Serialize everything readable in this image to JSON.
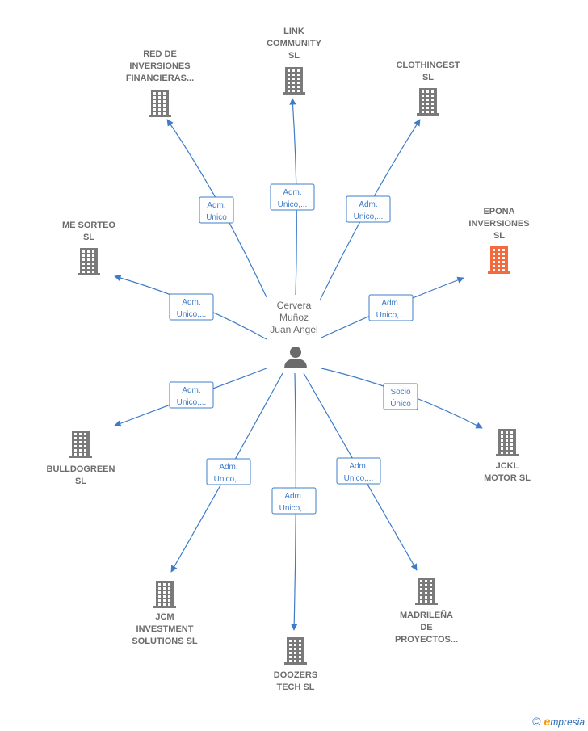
{
  "center": {
    "lines": [
      "Cervera",
      "Muñoz",
      "Juan Angel"
    ],
    "icon": "person-icon"
  },
  "nodes": [
    {
      "id": "red",
      "lines": [
        "RED DE",
        "INVERSIONES",
        "FINANCIERAS..."
      ],
      "edge": [
        "Adm.",
        "Unico"
      ],
      "highlight": false
    },
    {
      "id": "link",
      "lines": [
        "LINK",
        "COMMUNITY",
        "SL"
      ],
      "edge": [
        "Adm.",
        "Unico,..."
      ],
      "highlight": false
    },
    {
      "id": "clothingest",
      "lines": [
        "CLOTHINGEST",
        "SL"
      ],
      "edge": [
        "Adm.",
        "Unico,..."
      ],
      "highlight": false
    },
    {
      "id": "epona",
      "lines": [
        "EPONA",
        "INVERSIONES",
        "SL"
      ],
      "edge": [
        "Adm.",
        "Unico,..."
      ],
      "highlight": true
    },
    {
      "id": "mesorteo",
      "lines": [
        "ME SORTEO",
        "SL"
      ],
      "edge": [
        "Adm.",
        "Unico,..."
      ],
      "highlight": false
    },
    {
      "id": "bulldogreen",
      "lines": [
        "BULLDOGREEN",
        "SL"
      ],
      "edge": [
        "Adm.",
        "Unico,..."
      ],
      "highlight": false
    },
    {
      "id": "jckl",
      "lines": [
        "JCKL",
        "MOTOR  SL"
      ],
      "edge": [
        "Socio",
        "Único"
      ],
      "highlight": false
    },
    {
      "id": "jcm",
      "lines": [
        "JCM",
        "INVESTMENT",
        "SOLUTIONS  SL"
      ],
      "edge": [
        "Adm.",
        "Unico,..."
      ],
      "highlight": false
    },
    {
      "id": "doozers",
      "lines": [
        "DOOZERS",
        "TECH  SL"
      ],
      "edge": [
        "Adm.",
        "Unico,..."
      ],
      "highlight": false
    },
    {
      "id": "madrilena",
      "lines": [
        "MADRILEÑA",
        "DE",
        "PROYECTOS..."
      ],
      "edge": [
        "Adm.",
        "Unico,..."
      ],
      "highlight": false
    }
  ],
  "colors": {
    "edge": "#3d7cc9",
    "building": "#7a7a7a",
    "highlight": "#f26a3d",
    "person": "#6b6b6b"
  },
  "footer": {
    "copyright": "©",
    "brand_initial": "e",
    "brand_rest": "mpresia"
  }
}
